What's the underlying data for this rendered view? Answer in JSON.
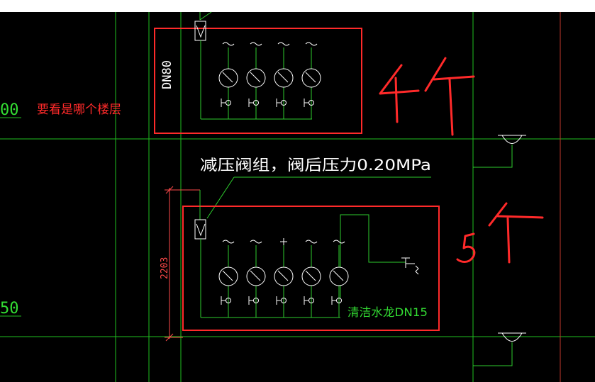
{
  "colors": {
    "background": "#000000",
    "grid": "#1fbf1f",
    "pipe": "#2ecc2e",
    "box": "#ff2a2a",
    "annotation": "#ff2a2a",
    "white_text": "#ffffff",
    "green_text": "#33dd33",
    "dim": "#ff4a4a"
  },
  "labels": {
    "left_level_upper": "00",
    "left_level_lower": "50",
    "floor_note": "要看是哪个楼层",
    "pipe_size": "DN80",
    "valve_note": "减压阀组，阀后压力0.20MPa",
    "dimension": "2203",
    "faucet_note": "清洁水龙DN15"
  },
  "handwritten": {
    "upper_count": "4个",
    "lower_count": "5个"
  },
  "upper_group": {
    "meter_count": 4
  },
  "lower_group": {
    "meter_count": 5
  }
}
